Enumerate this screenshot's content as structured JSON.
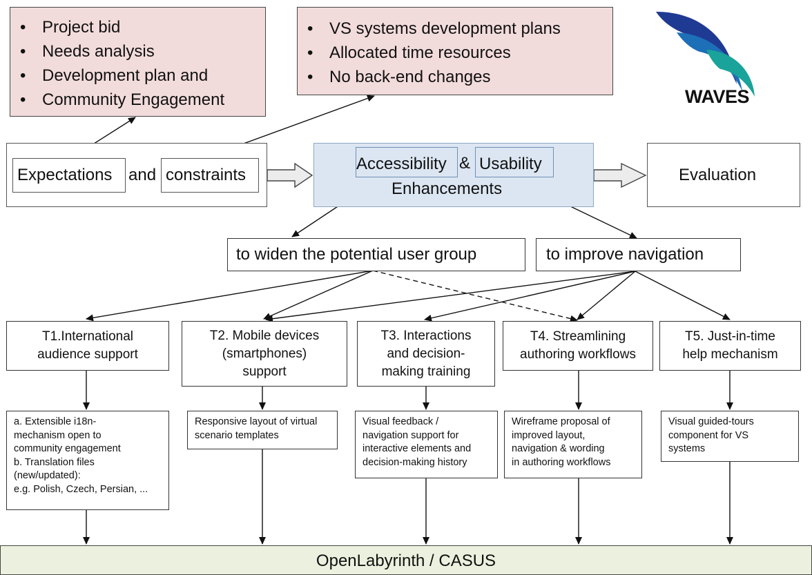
{
  "top_left_bullets": [
    "Project bid",
    "Needs analysis",
    "Development plan and",
    "Community Engagement"
  ],
  "top_mid_bullets": [
    "VS systems development plans",
    "Allocated time resources",
    "No back-end changes"
  ],
  "logo": {
    "text": "WAVES",
    "colors": [
      "#1f3a93",
      "#1d6fb8",
      "#1aa39a"
    ]
  },
  "left_panel": {
    "expectations": "Expectations",
    "and": "and",
    "constraints": "constraints"
  },
  "center_panel": {
    "accessibility": "Accessibility",
    "amp": "&",
    "usability": "Usability",
    "enhancements": "Enhancements"
  },
  "evaluation": "Evaluation",
  "goals": {
    "widen": "to widen the potential user group",
    "navigation": "to improve navigation"
  },
  "tasks": {
    "t1": [
      "T1.International",
      "audience support"
    ],
    "t2": [
      "T2. Mobile devices",
      "(smartphones)",
      "support"
    ],
    "t3": [
      "T3. Interactions",
      "and decision-",
      "making training"
    ],
    "t4": [
      "T4. Streamlining",
      "authoring workflows"
    ],
    "t5": [
      "T5. Just-in-time",
      "help mechanism"
    ]
  },
  "outputs": {
    "o1": [
      "a. Extensible i18n-",
      "mechanism open to",
      "community engagement",
      "b. Translation files",
      "(new/updated):",
      "e.g. Polish, Czech, Persian, ..."
    ],
    "o2": [
      "Responsive layout of virtual",
      "scenario templates"
    ],
    "o3": [
      "Visual feedback /",
      "navigation support for",
      "interactive elements and",
      "decision-making history"
    ],
    "o4": [
      "Wireframe proposal of",
      "improved layout,",
      "navigation & wording",
      "in authoring workflows"
    ],
    "o5": [
      "Visual guided-tours",
      "component for VS",
      "systems"
    ]
  },
  "platform": "OpenLabyrinth / CASUS"
}
